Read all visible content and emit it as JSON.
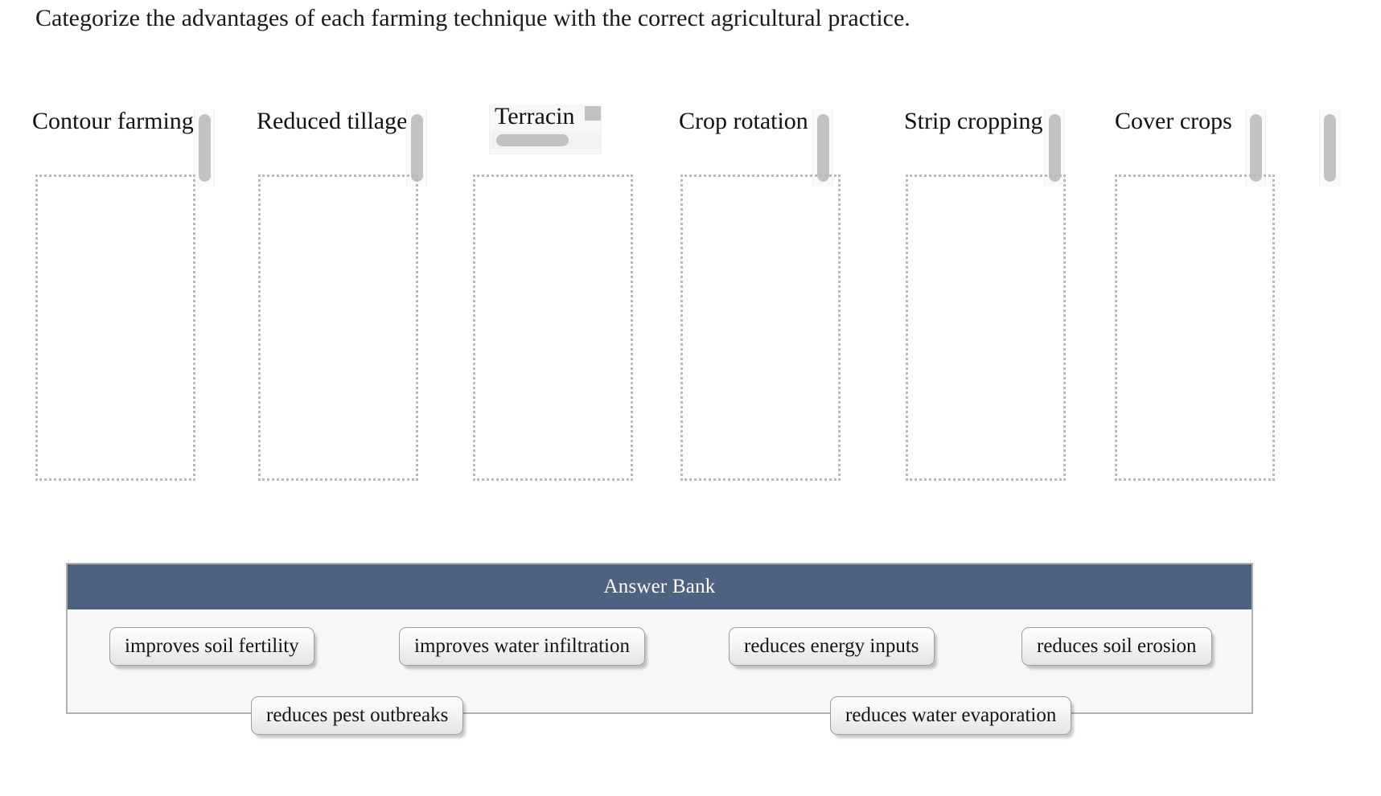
{
  "prompt": "Categorize the advantages of each farming technique with the correct agricultural practice.",
  "columns": [
    {
      "label": "Contour farming",
      "scrollbar": "vertical"
    },
    {
      "label": "Reduced tillage",
      "scrollbar": "vertical"
    },
    {
      "label": "Terracin",
      "scrollbar": "horizontal"
    },
    {
      "label": "Crop rotation",
      "scrollbar": "vertical"
    },
    {
      "label": "Strip cropping",
      "scrollbar": "vertical"
    },
    {
      "label": "Cover crops",
      "scrollbar": "vertical"
    },
    {
      "label": "",
      "scrollbar": "vertical"
    }
  ],
  "answer_bank": {
    "title": "Answer Bank",
    "header_color": "#4d6280",
    "panel_background": "#f7f7f7",
    "chips": [
      {
        "label": "improves soil fertility",
        "row": 1
      },
      {
        "label": "improves water infiltration",
        "row": 1
      },
      {
        "label": "reduces energy inputs",
        "row": 1
      },
      {
        "label": "reduces soil erosion",
        "row": 1
      },
      {
        "label": "reduces pest outbreaks",
        "row": 2
      },
      {
        "label": "reduces water evaporation",
        "row": 2
      }
    ]
  }
}
